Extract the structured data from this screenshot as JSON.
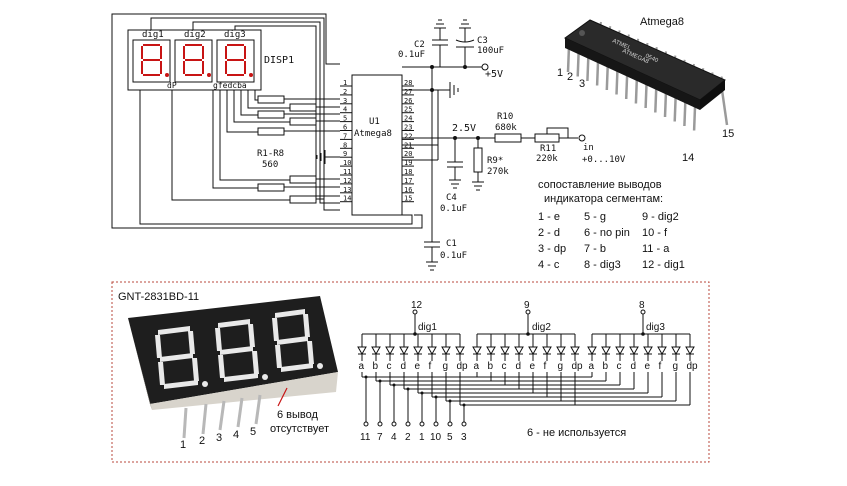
{
  "schematic": {
    "display_label": "DISP1",
    "digit_labels": [
      "dig1",
      "dig2",
      "dig3"
    ],
    "dp_label": "dP",
    "segment_pins_label": "gfedcba",
    "mcu_ref": "U1",
    "mcu_name": "Atmega8",
    "left_pins": [
      "1",
      "2",
      "3",
      "4",
      "5",
      "6",
      "7",
      "8",
      "9",
      "10",
      "11",
      "12",
      "13",
      "14"
    ],
    "right_pins": [
      "28",
      "27",
      "26",
      "25",
      "24",
      "23",
      "22",
      "21",
      "20",
      "19",
      "18",
      "17",
      "16",
      "15"
    ],
    "resistor_array_ref": "R1-R8",
    "resistor_array_value": "560",
    "c2_ref": "C2",
    "c2_value": "0.1uF",
    "c3_ref": "C3",
    "c3_value": "100uF",
    "supply": "+5V",
    "ref_voltage": "2.5V",
    "r10_ref": "R10",
    "r10_value": "680k",
    "r11_ref": "R11",
    "r11_value": "220k",
    "r9_ref": "R9*",
    "r9_value": "270k",
    "c4_ref": "C4",
    "c4_value": "0.1uF",
    "c1_ref": "C1",
    "c1_value": "0.1uF",
    "input_label": "in",
    "input_range": "+0...10V"
  },
  "chip_photo": {
    "label": "Atmega8",
    "marking_1": "ATMEL",
    "marking_2": "ATMEGA8",
    "marking_3": "0540",
    "pin_1": "1",
    "pin_2": "2",
    "pin_3": "3",
    "pin_14": "14",
    "pin_15": "15"
  },
  "mapping": {
    "title_line1": "сопоставление выводов",
    "title_line2": "индикатора сегментам:",
    "col1": [
      "1 - e",
      "2 - d",
      "3 - dp",
      "4 - c"
    ],
    "col2": [
      "5 - g",
      "6 - no pin",
      "7 - b",
      "8 - dig3"
    ],
    "col3": [
      "9 - dig2",
      "10 - f",
      "11 - a",
      "12 - dig1"
    ]
  },
  "bottom": {
    "model": "GNT-2831BD-11",
    "pin_numbers": [
      "1",
      "2",
      "3",
      "4",
      "5"
    ],
    "note_line1": "6 вывод",
    "note_line2": "отсутствует",
    "common_pins": [
      "12",
      "9",
      "8"
    ],
    "digit_labels": [
      "dig1",
      "dig2",
      "dig3"
    ],
    "segments": [
      "a",
      "b",
      "c",
      "d",
      "e",
      "f",
      "g",
      "dp"
    ],
    "bottom_pins": [
      "11",
      "7",
      "4",
      "2",
      "1",
      "10",
      "5",
      "3"
    ],
    "unused_note": "6 - не используется"
  },
  "colors": {
    "line": "#111111",
    "segment_red": "#c81414",
    "dotted_frame": "#b84a3c"
  }
}
